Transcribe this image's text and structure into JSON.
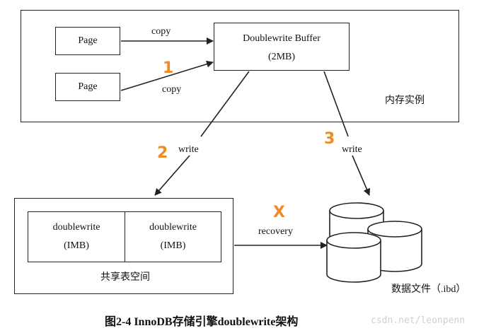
{
  "diagram": {
    "page_1": "Page",
    "page_2": "Page",
    "copy_1": "copy",
    "copy_2": "copy",
    "doublewrite_buffer_title": "Doublewrite Buffer",
    "doublewrite_buffer_size": "(2MB)",
    "memory_region_label": "内存实例",
    "write_left": "write",
    "write_right": "write",
    "step_1": "1",
    "step_2": "2",
    "step_3": "3",
    "step_x": "X",
    "recovery": "recovery",
    "doublewrite_1_line1": "doublewrite",
    "doublewrite_1_line2": "(IMB)",
    "doublewrite_2_line1": "doublewrite",
    "doublewrite_2_line2": "(IMB)",
    "shared_tablespace_label": "共享表空间",
    "data_files_label": "数据文件（.ibd）",
    "step_color": "#f08a24"
  },
  "caption": "图2-4   InnoDB存储引擎doublewrite架构",
  "watermark": "csdn.net/leonpenn"
}
